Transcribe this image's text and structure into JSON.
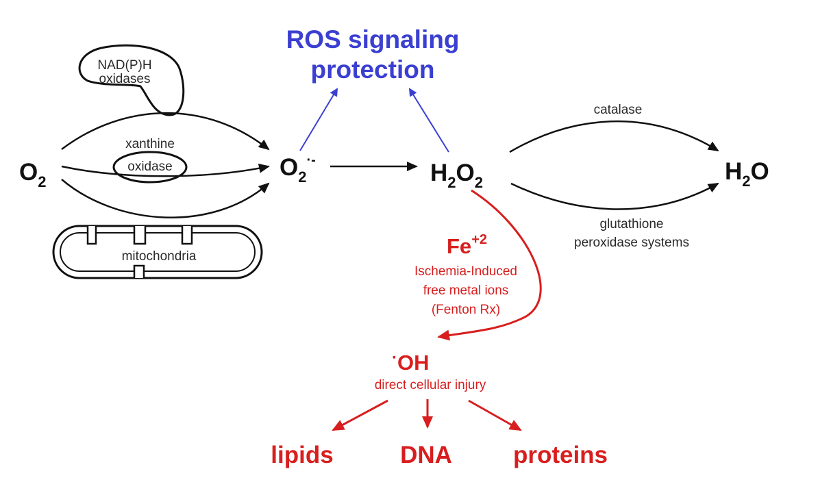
{
  "title": {
    "line1": "ROS signaling",
    "line2": "protection"
  },
  "species": {
    "o2": {
      "main": "O",
      "sub": "2"
    },
    "superoxide": {
      "main": "O",
      "sub": "2",
      "sup": "·-"
    },
    "h2o2": {
      "a": "H",
      "sub1": "2",
      "b": "O",
      "sub2": "2"
    },
    "h2o": {
      "a": "H",
      "sub": "2",
      "b": "O"
    },
    "hydroxyl": {
      "dot": "·",
      "main": "OH"
    }
  },
  "enzymes": {
    "nadph_line1": "NAD(P)H",
    "nadph_line2": "oxidases",
    "xanthine_line1": "xanthine",
    "xanthine_line2": "oxidase",
    "mitochondria": "mitochondria",
    "catalase": "catalase",
    "gpx_line1": "glutathione",
    "gpx_line2": "peroxidase systems"
  },
  "fenton": {
    "fe": "Fe",
    "fe_charge": "+2",
    "line1": "Ischemia-Induced",
    "line2": "free metal ions",
    "line3": "(Fenton Rx)"
  },
  "injury": {
    "caption": "direct cellular injury",
    "targets": [
      "lipids",
      "DNA",
      "proteins"
    ]
  },
  "colors": {
    "black": "#111111",
    "blue": "#3b3fd1",
    "red": "#d81e1e"
  }
}
